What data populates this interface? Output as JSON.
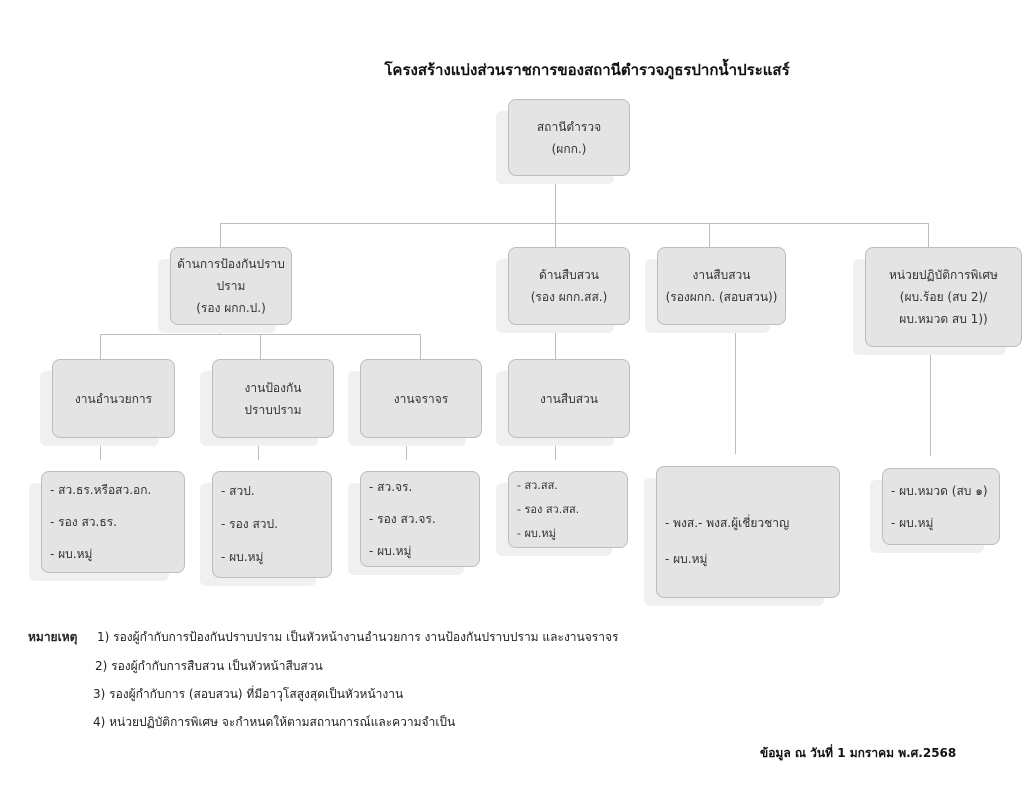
{
  "title": "โครงสร้างแบ่งส่วนราชการของสถานีตำรวจภูธรปากน้ำประแสร์",
  "root": {
    "line1": "สถานีตำรวจ",
    "line2": "(ผกก.)"
  },
  "level1": [
    {
      "line1": "ด้านการป้องกันปราบปราม",
      "line2": "(รอง ผกก.ป.)"
    },
    {
      "line1": "ด้านสืบสวน",
      "line2": "(รอง ผกก.สส.)"
    },
    {
      "line1": "งานสืบสวน",
      "line2": "(รองผกก. (สอบสวน))"
    },
    {
      "line1": "หน่วยปฏิบัติการพิเศษ",
      "line2": "(ผบ.ร้อย (สบ 2)/",
      "line3": "ผบ.หมวด สบ 1))"
    }
  ],
  "level2": [
    {
      "line1": "งานอำนวยการ"
    },
    {
      "line1": "งานป้องกัน",
      "line2": "ปราบปราม"
    },
    {
      "line1": "งานจราจร"
    },
    {
      "line1": "งานสืบสวน"
    }
  ],
  "level3": [
    {
      "items": [
        "- สว.ธร.หรือสว.อก.",
        "- รอง สว.ธร.",
        "- ผบ.หมู่"
      ]
    },
    {
      "items": [
        "- สวป.",
        "- รอง สวป.",
        "- ผบ.หมู่"
      ]
    },
    {
      "items": [
        "- สว.จร.",
        "- รอง สว.จร.",
        "- ผบ.หมู่"
      ]
    },
    {
      "items": [
        "- สว.สส.",
        "- รอง สว.สส.",
        "- ผบ.หมู่"
      ]
    },
    {
      "items": [
        "- พงส.- พงส.ผู้เชี่ยวชาญ",
        "- ผบ.หมู่"
      ]
    },
    {
      "items": [
        "- ผบ.หมวด (สบ ๑)",
        "- ผบ.หมู่"
      ]
    }
  ],
  "notes": {
    "label": "หมายเหตุ",
    "items": [
      "1) รองผู้กำกับการป้องกันปราบปราม เป็นหัวหน้างานอำนวยการ งานป้องกันปราบปราม และงานจราจร",
      "2) รองผู้กำกับการสืบสวน เป็นหัวหน้าสืบสวน",
      "3) รองผู้กำกับการ (สอบสวน) ที่มีอาวุโสสูงสุดเป็นหัวหน้างาน",
      "4) หน่วยปฏิบัติการพิเศษ จะกำหนดให้ตามสถานการณ์และความจำเป็น"
    ]
  },
  "date": "ข้อมูล ณ วันที่ 1 มกราคม พ.ศ.2568"
}
